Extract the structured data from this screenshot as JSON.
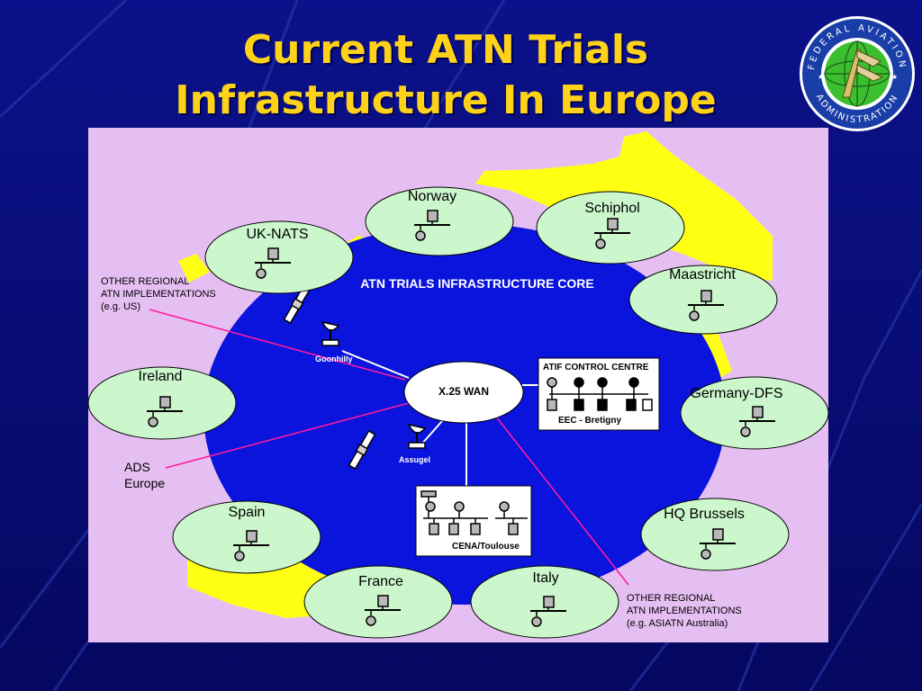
{
  "title": {
    "line1": "Current ATN Trials",
    "line2": "Infrastructure In Europe"
  },
  "seal": {
    "icon": "faa-seal-icon",
    "text_top": "FEDERAL AVIATION",
    "text_bottom": "ADMINISTRATION"
  },
  "diagram": {
    "core_title": "ATN TRIALS INFRASTRUCTURE CORE",
    "wan": "X.25 WAN",
    "ground_stations": [
      "Goonhilly",
      "Assugel"
    ],
    "nodes": [
      {
        "label": "Norway"
      },
      {
        "label": "Schiphol"
      },
      {
        "label": "UK-NATS"
      },
      {
        "label": "Maastricht"
      },
      {
        "label": "Ireland"
      },
      {
        "label": "Germany-DFS"
      },
      {
        "label": "Spain"
      },
      {
        "label": "HQ Brussels"
      },
      {
        "label": "France"
      },
      {
        "label": "Italy"
      }
    ],
    "atif": {
      "title": "ATIF CONTROL CENTRE",
      "location": "EEC - Bretigny"
    },
    "cena": {
      "title": "CENA/Toulouse"
    },
    "notes": {
      "us": [
        "OTHER REGIONAL",
        "ATN IMPLEMENTATIONS",
        "(e.g. US)"
      ],
      "ads": [
        "ADS",
        "Europe"
      ],
      "asia": [
        "OTHER REGIONAL",
        "ATN IMPLEMENTATIONS",
        "(e.g. ASIATN Australia)"
      ]
    },
    "colors": {
      "core": "#0a14dc",
      "node_fill": "#ccf7cc",
      "map": "#ffff14",
      "panel": "#e6bff2",
      "link": "#ff1aa0"
    }
  }
}
